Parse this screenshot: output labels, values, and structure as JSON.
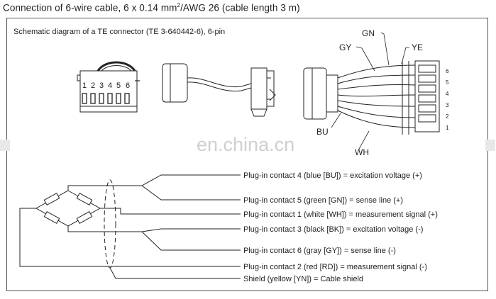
{
  "page": {
    "title": "Connection of 6-wire cable, 6 x 0.14 mm",
    "title_sup": "2",
    "title_rest": "/AWG 26 (cable length 3 m)"
  },
  "schematic": {
    "caption": "Schematic diagram of a TE connector (TE 3-640442-6), 6-pin",
    "connector_pins": [
      "1",
      "2",
      "3",
      "4",
      "5",
      "6"
    ],
    "wire_color_labels": [
      "GN",
      "GY",
      "YE",
      "BU",
      "WH"
    ],
    "terminal_numbers": [
      "6",
      "5",
      "4",
      "3",
      "2",
      "1"
    ]
  },
  "watermark": "en.china.cn",
  "wiring": {
    "contacts": [
      "Plug-in contact 4 (blue [BU]) = excitation voltage (+)",
      "Plug-in contact 5 (green [GN]) = sense line (+)",
      "Plug-in contact 1 (white [WH]) = measurement signal (+)",
      "Plug-in contact 3 (black [BK]) = excitation voltage (-)",
      "Plug-in contact 6 (gray [GY]) = sense line (-)",
      "Plug-in contact 2 (red [RD]) = measurement signal (-)",
      "Shield (yellow [YN]) = Cable shield"
    ]
  }
}
